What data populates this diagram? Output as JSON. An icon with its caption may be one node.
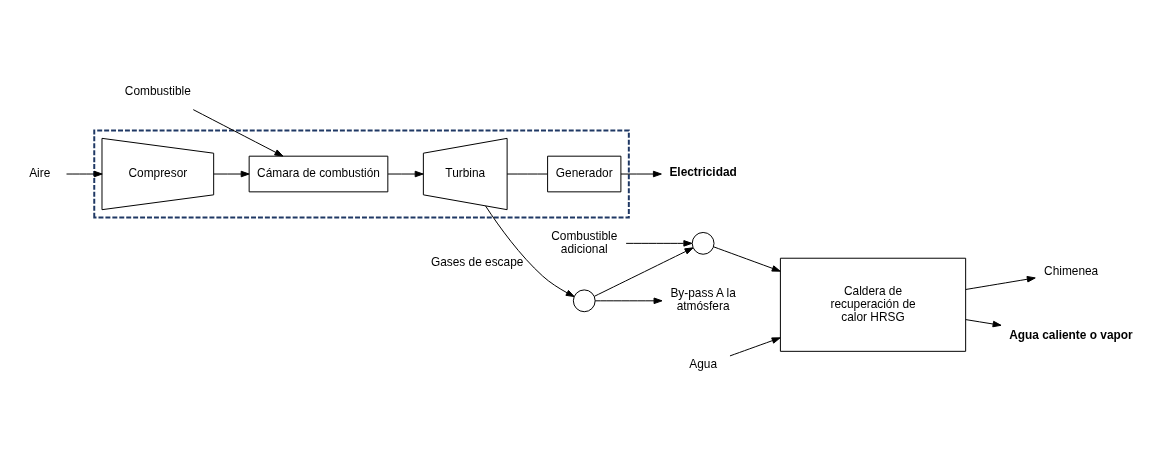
{
  "diagram": {
    "nodes": [
      {
        "text": [
          "Combustible"
        ]
      },
      {
        "text": [],
        "shape": "box"
      },
      {
        "text": [
          "Cámara de combustión"
        ],
        "in": 1
      },
      {
        "text": [
          "Compresor"
        ],
        "in": 1
      },
      {
        "text": [
          "Turbina"
        ],
        "in": 1
      },
      {
        "text": [
          "Generador"
        ],
        "in": 1
      },
      {
        "text": [
          "Electricidad"
        ]
      },
      {
        "text": [
          "Chimenea"
        ]
      },
      {
        "text": [
          "Agua caliente o vapor"
        ]
      },
      {
        "text": [
          "Caldera de recuperación de calor HRSG"
        ]
      },
      {
        "text": [
          "Aire"
        ]
      },
      {
        "text": [],
        "shape": "circle"
      },
      {
        "text": [],
        "shape": "circle"
      },
      {
        "text": [
          "By-pass A la atmósfera"
        ]
      },
      {
        "text": [
          "Combustible adicional"
        ]
      },
      {
        "text": [
          "Agua"
        ]
      }
    ],
    "edges": [
      {
        "from": 0,
        "to": 2,
        "arrow": "to"
      },
      {
        "from": 3,
        "to": 2,
        "arrow": "to"
      },
      {
        "from": 2,
        "to": 4,
        "arrow": "to"
      },
      {
        "from": 4,
        "to": 5,
        "arrow": "none"
      },
      {
        "from": 5,
        "to": 6,
        "arrow": "to"
      },
      {
        "from": 10,
        "to": 3,
        "arrow": "to"
      },
      {
        "from": 4,
        "to": 11,
        "arrow": "to",
        "label": "Gases de escape"
      },
      {
        "from": 11,
        "to": 13,
        "arrow": "to"
      },
      {
        "from": 11,
        "to": 12,
        "arrow": "to"
      },
      {
        "from": 14,
        "to": 12,
        "arrow": "to"
      },
      {
        "from": 12,
        "to": 9,
        "arrow": "to"
      },
      {
        "from": 9,
        "to": 7,
        "arrow": "to"
      },
      {
        "from": 15,
        "to": 9,
        "arrow": "to"
      },
      {
        "from": 9,
        "to": 8,
        "arrow": "to"
      }
    ]
  }
}
